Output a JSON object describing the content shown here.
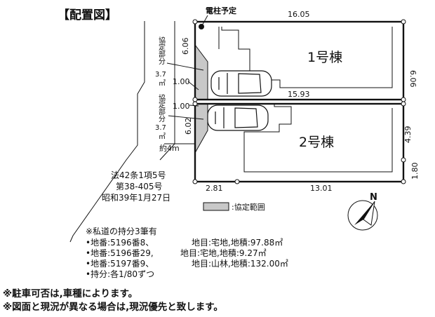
{
  "title": "【配置図】",
  "utility_pole_label": "電柱予定",
  "buildings": {
    "building1": "1号棟",
    "building2": "2号棟"
  },
  "dimensions": {
    "top_width": "16.05",
    "mid_width": "15.93",
    "right_upper": "6.06",
    "right_lower_a": "4.39",
    "right_lower_b": "1.80",
    "bottom_left": "2.81",
    "bottom_right": "13.01",
    "left_upper": "6.06",
    "left_lower": "6.02",
    "strip_upper": "1.00",
    "strip_lower": "1.00",
    "road_width": "約4m"
  },
  "agreement_labels": {
    "upper": {
      "name": "協定部分",
      "area": "3.7",
      "unit": "㎡"
    },
    "lower": {
      "name": "協定部分",
      "area": "3.7",
      "unit": "㎡"
    }
  },
  "legend": {
    "label": ":協定範囲",
    "color": "#c8c8c8"
  },
  "law_note": [
    "法42条1項5号",
    "第38-405号",
    "昭和39年1月27日"
  ],
  "north_label": "N",
  "private_road": {
    "header": "※私道の持分3筆有",
    "rows": [
      {
        "lot": "•地番:5196番8、",
        "use": "地目:宅地,地積:97.88㎡"
      },
      {
        "lot": "•地番:5196番29,",
        "use": "地目:宅地,地積:9.27㎡"
      },
      {
        "lot": "•地番:5197番9、",
        "use": "地目:山林,地積:132.00㎡"
      }
    ],
    "share": "•持分:各1/80ずつ"
  },
  "footnotes": [
    "※駐車可否は,車種によります。",
    "※図面と現況が異なる場合は,現況優先と致します。"
  ],
  "colors": {
    "line": "#111111",
    "shade": "#c8c8c8",
    "dot": "#2a2a2a"
  }
}
